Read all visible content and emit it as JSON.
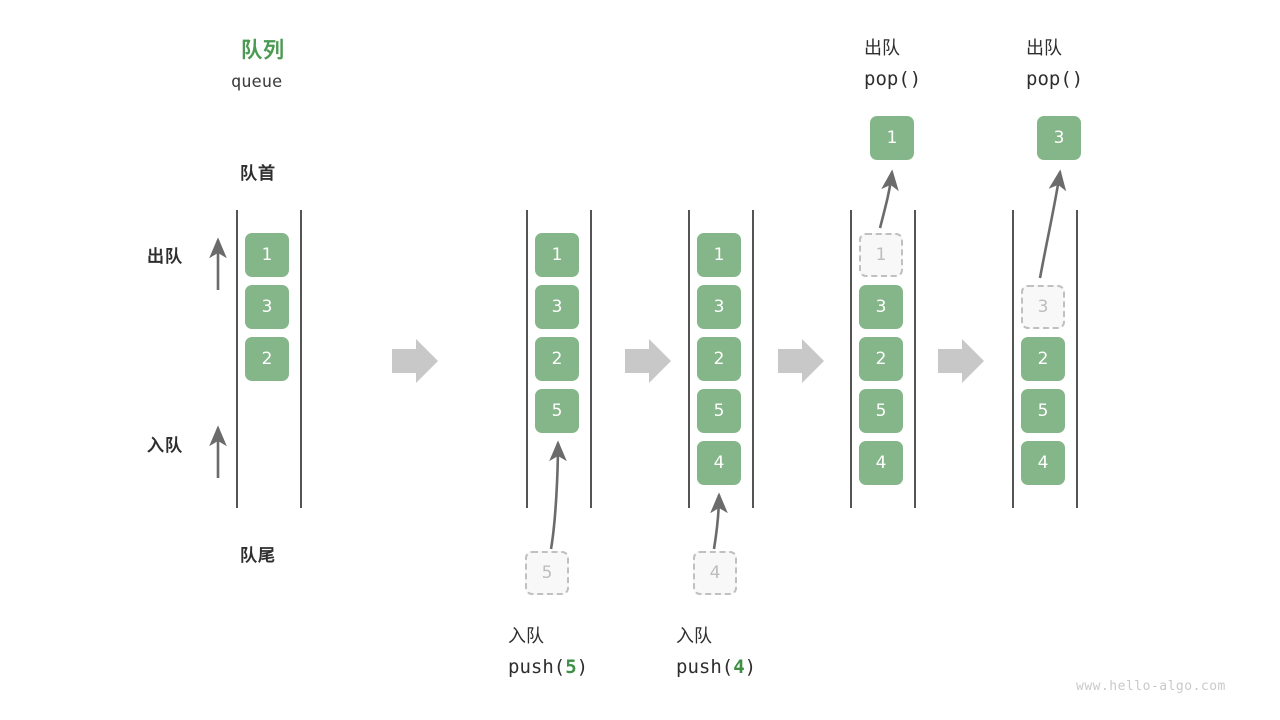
{
  "diagram": {
    "title_cn": "队列",
    "title_en": "queue",
    "front_label": "队首",
    "rear_label": "队尾",
    "dequeue_side_label": "出队",
    "enqueue_side_label": "入队",
    "watermark": "www.hello-algo.com",
    "accent_green": "#85b689",
    "title_green": "#4a9a52",
    "rail_color": "#555555",
    "ghost_border": "#c0c0c0",
    "step_arrow_color": "#c8c8c8"
  },
  "columns": [
    {
      "id": "initial",
      "cells": [
        {
          "value": "1",
          "state": "filled"
        },
        {
          "value": "3",
          "state": "filled"
        },
        {
          "value": "2",
          "state": "filled"
        }
      ],
      "incoming": null,
      "outgoing": null,
      "op_cn": null,
      "op_code": null
    },
    {
      "id": "push-5",
      "cells": [
        {
          "value": "1",
          "state": "filled"
        },
        {
          "value": "3",
          "state": "filled"
        },
        {
          "value": "2",
          "state": "filled"
        },
        {
          "value": "5",
          "state": "filled"
        }
      ],
      "incoming": {
        "value": "5",
        "state": "ghost"
      },
      "outgoing": null,
      "op_cn": "入队",
      "op_code_prefix": "push(",
      "op_code_arg": "5",
      "op_code_suffix": ")"
    },
    {
      "id": "push-4",
      "cells": [
        {
          "value": "1",
          "state": "filled"
        },
        {
          "value": "3",
          "state": "filled"
        },
        {
          "value": "2",
          "state": "filled"
        },
        {
          "value": "5",
          "state": "filled"
        },
        {
          "value": "4",
          "state": "filled"
        }
      ],
      "incoming": {
        "value": "4",
        "state": "ghost"
      },
      "outgoing": null,
      "op_cn": "入队",
      "op_code_prefix": "push(",
      "op_code_arg": "4",
      "op_code_suffix": ")"
    },
    {
      "id": "pop-1",
      "cells": [
        {
          "value": "1",
          "state": "ghost"
        },
        {
          "value": "3",
          "state": "filled"
        },
        {
          "value": "2",
          "state": "filled"
        },
        {
          "value": "5",
          "state": "filled"
        },
        {
          "value": "4",
          "state": "filled"
        }
      ],
      "incoming": null,
      "outgoing": {
        "value": "1",
        "state": "filled"
      },
      "op_cn": "出队",
      "op_code_prefix": "pop(",
      "op_code_arg": "",
      "op_code_suffix": ")"
    },
    {
      "id": "pop-3",
      "cells": [
        {
          "value": "3",
          "state": "ghost"
        },
        {
          "value": "2",
          "state": "filled"
        },
        {
          "value": "5",
          "state": "filled"
        },
        {
          "value": "4",
          "state": "filled"
        }
      ],
      "incoming": null,
      "outgoing": {
        "value": "3",
        "state": "filled"
      },
      "op_cn": "出队",
      "op_code_prefix": "pop(",
      "op_code_arg": "",
      "op_code_suffix": ")"
    }
  ]
}
